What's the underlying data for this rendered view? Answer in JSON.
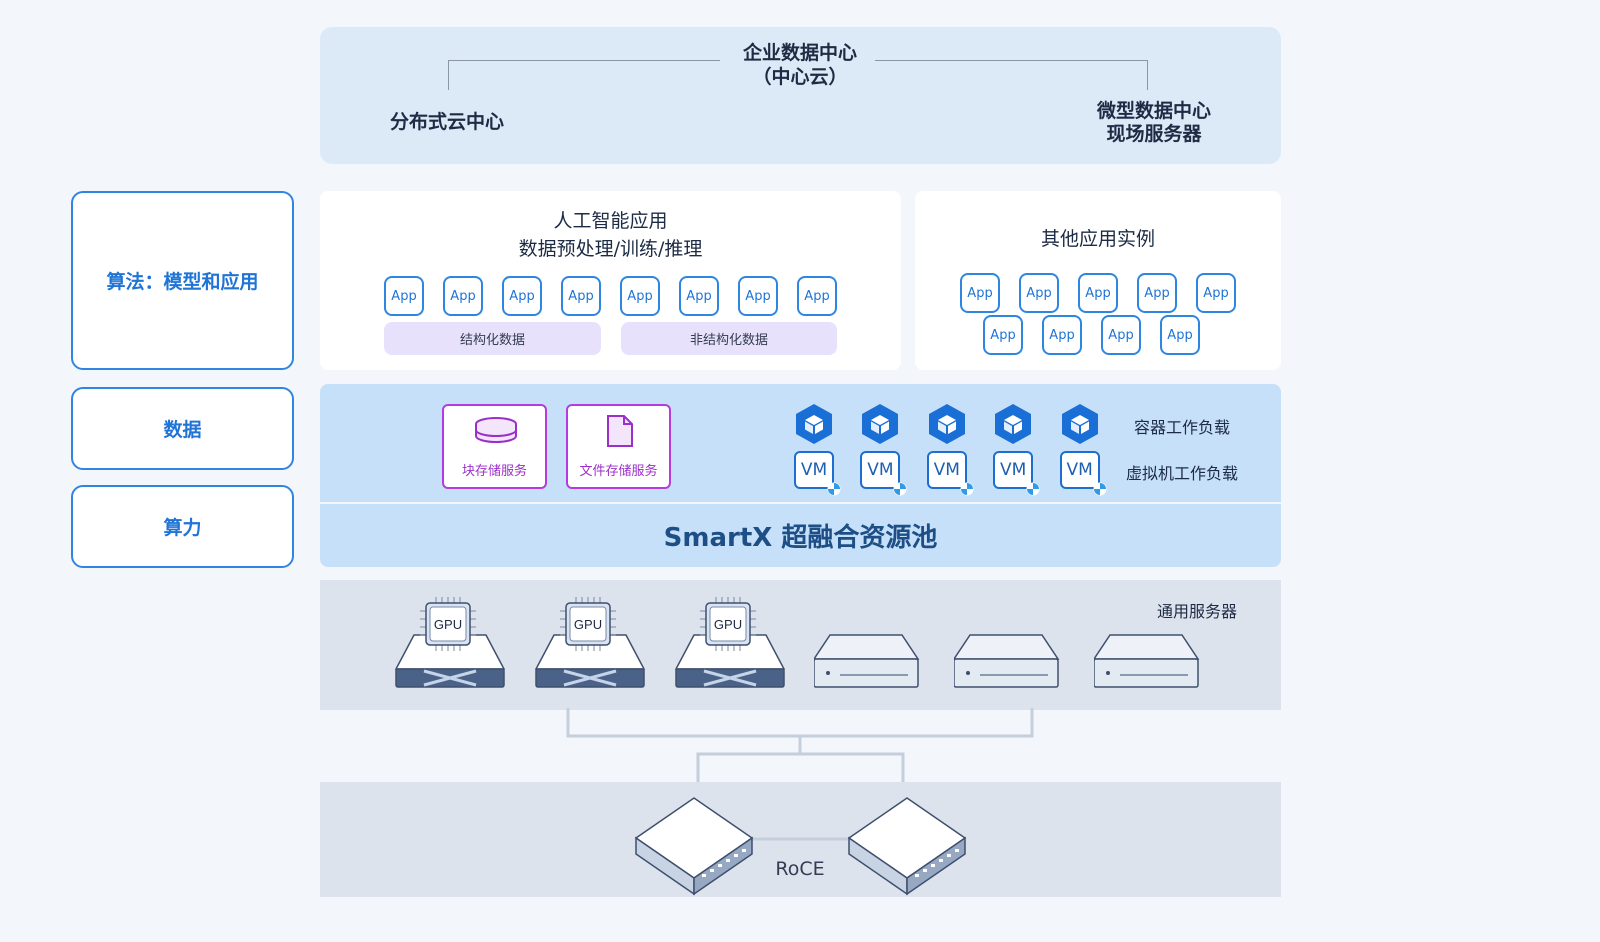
{
  "top": {
    "enterprise": "企业数据中心",
    "enterprise_sub": "（中心云）",
    "distributed": "分布式云中心",
    "micro_line1": "微型数据中心",
    "micro_line2": "现场服务器"
  },
  "left": {
    "algorithm": "算法：模型和应用",
    "data": "数据",
    "compute": "算力"
  },
  "ai_panel": {
    "title_line1": "人工智能应用",
    "title_line2": "数据预处理/训练/推理",
    "app_label": "App",
    "app_count": 8,
    "structured": "结构化数据",
    "unstructured": "非结构化数据"
  },
  "other_panel": {
    "title": "其他应用实例",
    "app_label": "App",
    "app_count": 9
  },
  "pool": {
    "block_storage": "块存储服务",
    "file_storage": "文件存储服务",
    "container_label": "容器工作负载",
    "vm_label": "虚拟机工作负载",
    "vm_text": "VM",
    "vm_count": 5,
    "title": "SmartX 超融合资源池"
  },
  "servers": {
    "label": "通用服务器",
    "gpu_text": "GPU",
    "gpu_count": 3,
    "plain_count": 3
  },
  "network": {
    "label": "RoCE"
  },
  "colors": {
    "background": "#f3f6fb",
    "accent_blue": "#2f86e0",
    "purple": "#b33ce0",
    "pool_blue": "#c6e0fa",
    "gray_band": "#dde3ed"
  }
}
